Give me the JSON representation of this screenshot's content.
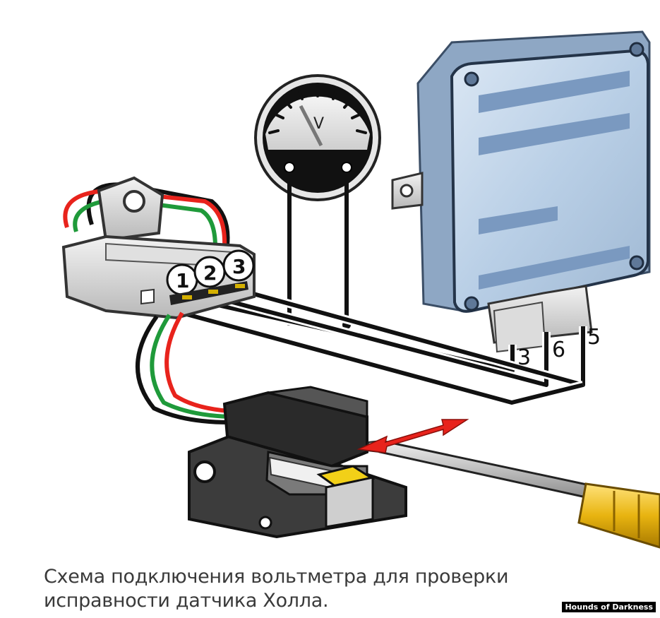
{
  "voltmeter": {
    "unit_label": "V"
  },
  "connector": {
    "pins": [
      "1",
      "2",
      "3"
    ]
  },
  "ecu": {
    "terminals": [
      "3",
      "6",
      "5"
    ]
  },
  "caption": {
    "line1": "Схема подключения вольтметра для проверки",
    "line2": "исправности датчика Холла."
  },
  "watermark": "Hounds of Darkness",
  "colors": {
    "wire_red": "#e8231c",
    "wire_green": "#1f9a3a",
    "wire_black": "#111111",
    "arrow_red": "#e8231c",
    "screwdriver_handle": "#e8b410",
    "ecu_body": "#b9cfe6"
  }
}
